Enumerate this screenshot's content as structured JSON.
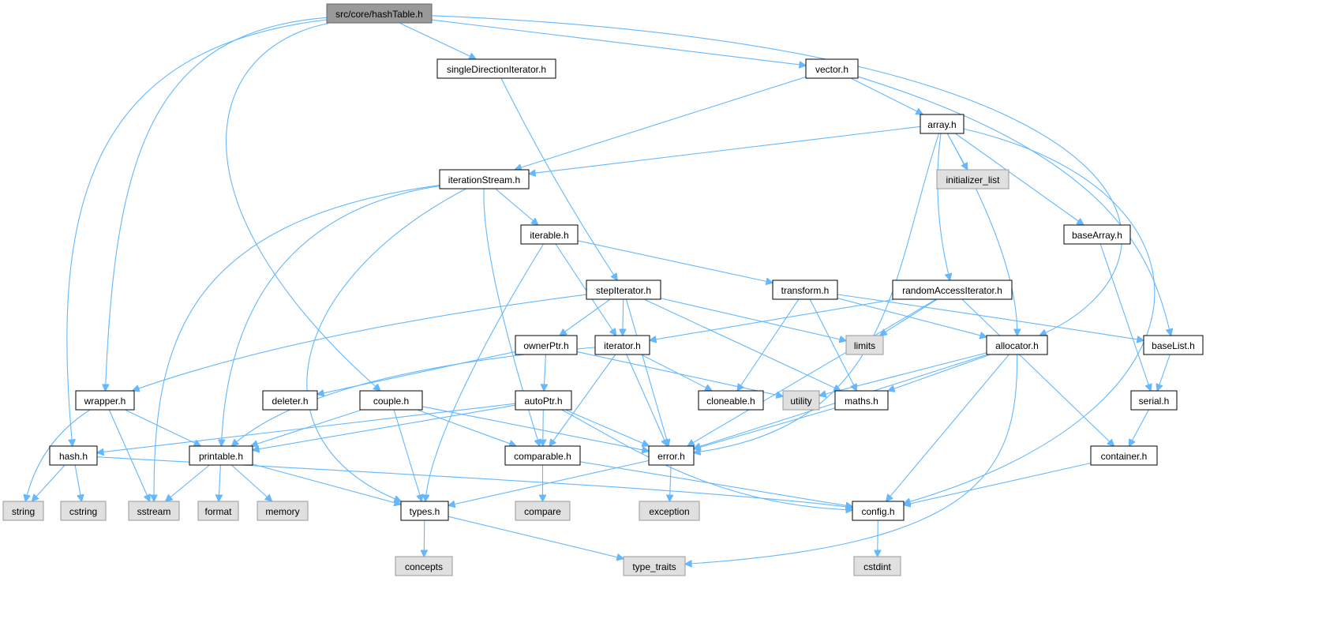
{
  "diagram": {
    "type": "include-dependency-graph",
    "nodes": [
      {
        "id": "hashTable",
        "label": "src/core/hashTable.h",
        "kind": "root"
      },
      {
        "id": "singleDirectionIterator",
        "label": "singleDirectionIterator.h",
        "kind": "local"
      },
      {
        "id": "vector",
        "label": "vector.h",
        "kind": "local"
      },
      {
        "id": "array",
        "label": "array.h",
        "kind": "local"
      },
      {
        "id": "iterationStream",
        "label": "iterationStream.h",
        "kind": "local"
      },
      {
        "id": "initializer_list",
        "label": "initializer_list",
        "kind": "system"
      },
      {
        "id": "iterable",
        "label": "iterable.h",
        "kind": "local"
      },
      {
        "id": "baseArray",
        "label": "baseArray.h",
        "kind": "local"
      },
      {
        "id": "stepIterator",
        "label": "stepIterator.h",
        "kind": "local"
      },
      {
        "id": "transform",
        "label": "transform.h",
        "kind": "local"
      },
      {
        "id": "randomAccessIterator",
        "label": "randomAccessIterator.h",
        "kind": "local"
      },
      {
        "id": "ownerPtr",
        "label": "ownerPtr.h",
        "kind": "local"
      },
      {
        "id": "iterator",
        "label": "iterator.h",
        "kind": "local"
      },
      {
        "id": "limits",
        "label": "limits",
        "kind": "system"
      },
      {
        "id": "allocator",
        "label": "allocator.h",
        "kind": "local"
      },
      {
        "id": "baseList",
        "label": "baseList.h",
        "kind": "local"
      },
      {
        "id": "wrapper",
        "label": "wrapper.h",
        "kind": "local"
      },
      {
        "id": "deleter",
        "label": "deleter.h",
        "kind": "local"
      },
      {
        "id": "couple",
        "label": "couple.h",
        "kind": "local"
      },
      {
        "id": "autoPtr",
        "label": "autoPtr.h",
        "kind": "local"
      },
      {
        "id": "cloneable",
        "label": "cloneable.h",
        "kind": "local"
      },
      {
        "id": "utility",
        "label": "utility",
        "kind": "system"
      },
      {
        "id": "maths",
        "label": "maths.h",
        "kind": "local"
      },
      {
        "id": "serial",
        "label": "serial.h",
        "kind": "local"
      },
      {
        "id": "hash",
        "label": "hash.h",
        "kind": "local"
      },
      {
        "id": "printable",
        "label": "printable.h",
        "kind": "local"
      },
      {
        "id": "comparable",
        "label": "comparable.h",
        "kind": "local"
      },
      {
        "id": "error",
        "label": "error.h",
        "kind": "local"
      },
      {
        "id": "container",
        "label": "container.h",
        "kind": "local"
      },
      {
        "id": "string",
        "label": "string",
        "kind": "system"
      },
      {
        "id": "cstring",
        "label": "cstring",
        "kind": "system"
      },
      {
        "id": "sstream",
        "label": "sstream",
        "kind": "system"
      },
      {
        "id": "format",
        "label": "format",
        "kind": "system"
      },
      {
        "id": "memory",
        "label": "memory",
        "kind": "system"
      },
      {
        "id": "types",
        "label": "types.h",
        "kind": "local"
      },
      {
        "id": "compare",
        "label": "compare",
        "kind": "system"
      },
      {
        "id": "exception",
        "label": "exception",
        "kind": "system"
      },
      {
        "id": "config",
        "label": "config.h",
        "kind": "local"
      },
      {
        "id": "concepts",
        "label": "concepts",
        "kind": "system"
      },
      {
        "id": "type_traits",
        "label": "type_traits",
        "kind": "system"
      },
      {
        "id": "cstdint",
        "label": "cstdint",
        "kind": "system"
      }
    ],
    "edges": [
      {
        "from": "hashTable",
        "to": "singleDirectionIterator"
      },
      {
        "from": "hashTable",
        "to": "vector"
      },
      {
        "from": "hashTable",
        "to": "allocator"
      },
      {
        "from": "hashTable",
        "to": "wrapper"
      },
      {
        "from": "hashTable",
        "to": "couple"
      },
      {
        "from": "hashTable",
        "to": "hash"
      },
      {
        "from": "singleDirectionIterator",
        "to": "stepIterator"
      },
      {
        "from": "vector",
        "to": "iterationStream"
      },
      {
        "from": "vector",
        "to": "array"
      },
      {
        "from": "vector",
        "to": "baseList"
      },
      {
        "from": "array",
        "to": "iterationStream"
      },
      {
        "from": "array",
        "to": "initializer_list"
      },
      {
        "from": "array",
        "to": "baseArray"
      },
      {
        "from": "array",
        "to": "randomAccessIterator"
      },
      {
        "from": "array",
        "to": "allocator"
      },
      {
        "from": "array",
        "to": "error"
      },
      {
        "from": "array",
        "to": "config"
      },
      {
        "from": "iterationStream",
        "to": "iterable"
      },
      {
        "from": "iterationStream",
        "to": "printable"
      },
      {
        "from": "iterationStream",
        "to": "sstream"
      },
      {
        "from": "iterationStream",
        "to": "types"
      },
      {
        "from": "iterationStream",
        "to": "comparable"
      },
      {
        "from": "iterable",
        "to": "transform"
      },
      {
        "from": "iterable",
        "to": "iterator"
      },
      {
        "from": "iterable",
        "to": "types"
      },
      {
        "from": "baseArray",
        "to": "serial"
      },
      {
        "from": "stepIterator",
        "to": "ownerPtr"
      },
      {
        "from": "stepIterator",
        "to": "iterator"
      },
      {
        "from": "stepIterator",
        "to": "limits"
      },
      {
        "from": "stepIterator",
        "to": "wrapper"
      },
      {
        "from": "stepIterator",
        "to": "maths"
      },
      {
        "from": "stepIterator",
        "to": "error"
      },
      {
        "from": "transform",
        "to": "allocator"
      },
      {
        "from": "transform",
        "to": "baseList"
      },
      {
        "from": "transform",
        "to": "cloneable"
      },
      {
        "from": "transform",
        "to": "maths"
      },
      {
        "from": "randomAccessIterator",
        "to": "iterator"
      },
      {
        "from": "randomAccessIterator",
        "to": "limits"
      },
      {
        "from": "randomAccessIterator",
        "to": "container"
      },
      {
        "from": "randomAccessIterator",
        "to": "error"
      },
      {
        "from": "ownerPtr",
        "to": "deleter"
      },
      {
        "from": "ownerPtr",
        "to": "autoPtr"
      },
      {
        "from": "ownerPtr",
        "to": "utility"
      },
      {
        "from": "iterator",
        "to": "cloneable"
      },
      {
        "from": "iterator",
        "to": "printable"
      },
      {
        "from": "iterator",
        "to": "comparable"
      },
      {
        "from": "iterator",
        "to": "error"
      },
      {
        "from": "allocator",
        "to": "utility"
      },
      {
        "from": "allocator",
        "to": "maths"
      },
      {
        "from": "allocator",
        "to": "error"
      },
      {
        "from": "allocator",
        "to": "config"
      },
      {
        "from": "allocator",
        "to": "type_traits"
      },
      {
        "from": "baseList",
        "to": "serial"
      },
      {
        "from": "wrapper",
        "to": "string"
      },
      {
        "from": "wrapper",
        "to": "printable"
      },
      {
        "from": "wrapper",
        "to": "sstream"
      },
      {
        "from": "couple",
        "to": "printable"
      },
      {
        "from": "couple",
        "to": "types"
      },
      {
        "from": "couple",
        "to": "comparable"
      },
      {
        "from": "couple",
        "to": "error"
      },
      {
        "from": "autoPtr",
        "to": "hash"
      },
      {
        "from": "autoPtr",
        "to": "printable"
      },
      {
        "from": "autoPtr",
        "to": "comparable"
      },
      {
        "from": "autoPtr",
        "to": "error"
      },
      {
        "from": "autoPtr",
        "to": "config"
      },
      {
        "from": "maths",
        "to": "error"
      },
      {
        "from": "serial",
        "to": "container"
      },
      {
        "from": "hash",
        "to": "string"
      },
      {
        "from": "hash",
        "to": "cstring"
      },
      {
        "from": "hash",
        "to": "config"
      },
      {
        "from": "printable",
        "to": "sstream"
      },
      {
        "from": "printable",
        "to": "format"
      },
      {
        "from": "printable",
        "to": "memory"
      },
      {
        "from": "printable",
        "to": "types"
      },
      {
        "from": "comparable",
        "to": "compare"
      },
      {
        "from": "comparable",
        "to": "config"
      },
      {
        "from": "error",
        "to": "exception"
      },
      {
        "from": "error",
        "to": "types"
      },
      {
        "from": "container",
        "to": "config"
      },
      {
        "from": "types",
        "to": "concepts"
      },
      {
        "from": "types",
        "to": "type_traits"
      },
      {
        "from": "config",
        "to": "cstdint"
      }
    ]
  }
}
